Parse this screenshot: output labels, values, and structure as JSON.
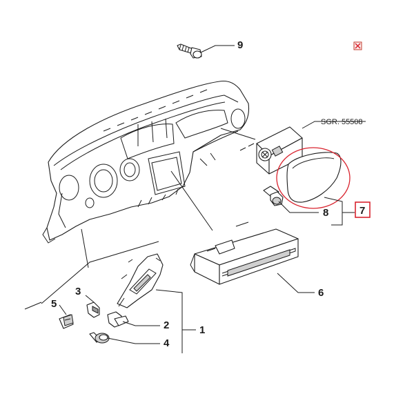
{
  "diagram": {
    "reference_code": "SGR. 55508",
    "highlight_color": "#d9232e",
    "callouts": {
      "c1": "1",
      "c2": "2",
      "c3": "3",
      "c4": "4",
      "c5": "5",
      "c6": "6",
      "c7": "7",
      "c8": "8",
      "c9": "9"
    },
    "icons": {
      "broken_image": "broken-image-icon"
    }
  }
}
